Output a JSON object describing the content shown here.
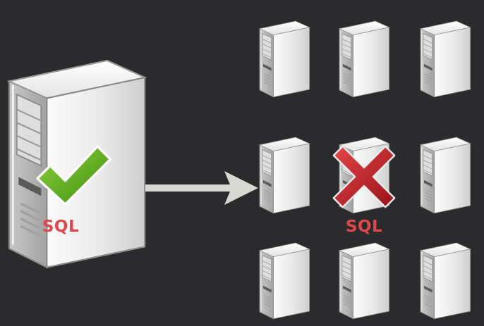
{
  "colors": {
    "background": "#2b2a2d",
    "label": "#e0474c",
    "arrow": "#d8d8d3",
    "check": "#55a821",
    "cross": "#c4262b"
  },
  "source": {
    "icon": "server-tower-icon",
    "status_icon": "green-checkmark-icon",
    "label": "SQL"
  },
  "replica_grid": {
    "rows": 3,
    "cols": 3,
    "icon": "server-tower-icon",
    "failed": {
      "row": 2,
      "col": 2,
      "status_icon": "red-cross-icon",
      "label": "SQL"
    }
  },
  "connector": {
    "icon": "arrow-right-icon"
  }
}
